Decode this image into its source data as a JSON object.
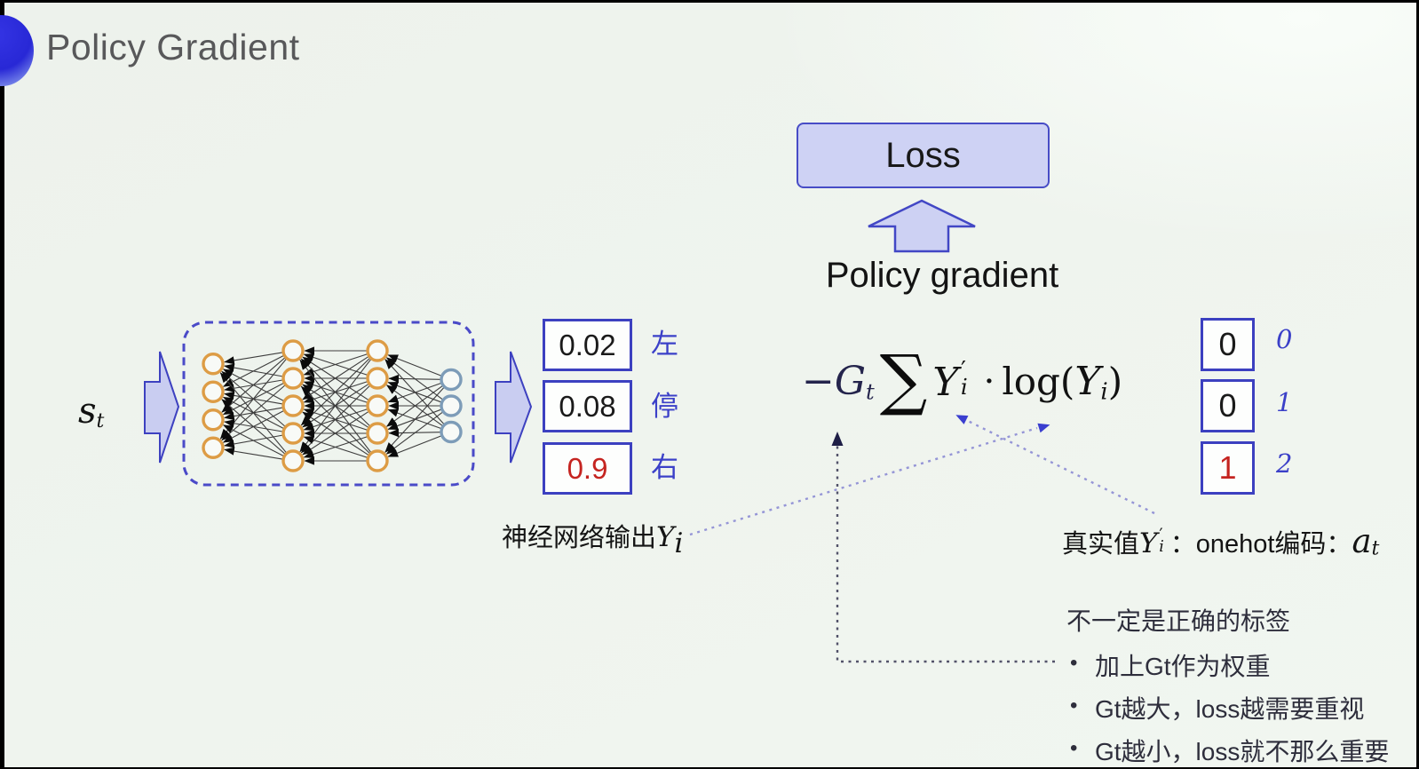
{
  "title": "Policy Gradient",
  "state_label": {
    "base": "s",
    "sub": "t"
  },
  "loss": {
    "label": "Loss"
  },
  "policy_gradient_caption": "Policy gradient",
  "formula": {
    "coef_sign": "−",
    "coef_base": "G",
    "coef_sub": "t",
    "sum": "∑",
    "y_base": "Y",
    "y_sub": "i",
    "y_prime": "′",
    "dot": "·",
    "log_open": "log(",
    "y2_base": "Y",
    "y2_sub": "i",
    "log_close": ")"
  },
  "network_output": {
    "boxes": [
      {
        "value": "0.02",
        "action": "左",
        "color": "#1a1a1a"
      },
      {
        "value": "0.08",
        "action": "停",
        "color": "#1a1a1a"
      },
      {
        "value": "0.9",
        "action": "右",
        "color": "#c52420"
      }
    ],
    "caption_text": "神经网络输出",
    "caption_math_base": "Y",
    "caption_math_sub": "i"
  },
  "onehot": {
    "boxes": [
      {
        "value": "0",
        "index": "0",
        "color": "#1a1a1a"
      },
      {
        "value": "0",
        "index": "1",
        "color": "#1a1a1a"
      },
      {
        "value": "1",
        "index": "2",
        "color": "#c52420"
      }
    ],
    "caption_prefix": "真实值",
    "caption_math_base": "Y",
    "caption_math_sub": "i",
    "caption_math_prime": "′",
    "caption_middle": "：onehot编码：",
    "caption_math2_base": "a",
    "caption_math2_sub": "t"
  },
  "notes": {
    "heading": "不一定是正确的标签",
    "bullet_char": "•",
    "bullets": [
      "加上Gt作为权重",
      "Gt越大，loss越需要重视",
      "Gt越小，loss就不那么重要"
    ]
  },
  "network": {
    "layers": [
      4,
      5,
      5,
      3
    ]
  }
}
